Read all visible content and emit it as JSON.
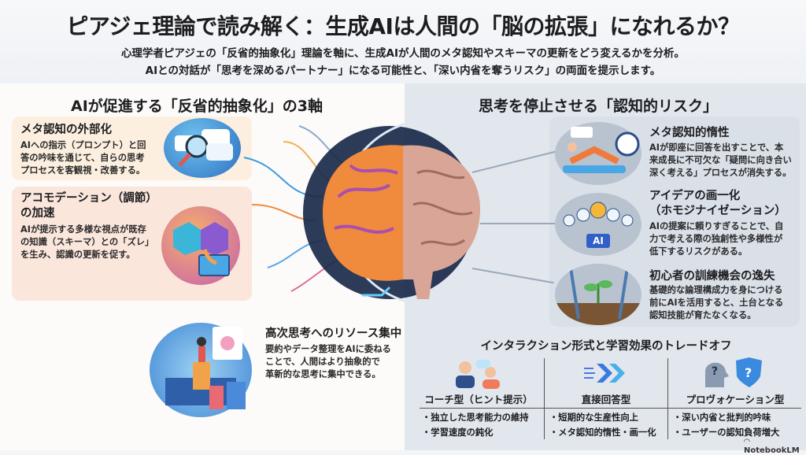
{
  "header": {
    "title": "ピアジェ理論で読み解く：生成AIは人間の「脳の拡張」になれるか？",
    "subtitle_1": "心理学者ピアジェの「反省的抽象化」理論を軸に、生成AIが人間のメタ認知やスキーマの更新をどう変えるかを分析。",
    "subtitle_2": "AIとの対話が「思考を深めるパートナー」になる可能性と、「深い内省を奪うリスク」の両面を提示します。"
  },
  "left": {
    "title": "AIが促進する「反省的抽象化」の3軸",
    "cards": [
      {
        "title": "メタ認知の外部化",
        "body": [
          "AIへの指示（プロンプト）と回",
          "答の吟味を通じて、自らの思考",
          "プロセスを客観視・改善する。"
        ]
      },
      {
        "title": "アコモデーション（調節）の加速",
        "title_lines": [
          "アコモデーション（調節）",
          "の加速"
        ],
        "body": [
          "AIが提示する多様な視点が既存",
          "の知識（スキーマ）との「ズレ」",
          "を生み、認識の更新を促す。"
        ]
      },
      {
        "title": "高次思考へのリソース集中",
        "body": [
          "要約やデータ整理をAIに委ねる",
          "ことで、人間はより抽象的で",
          "革新的な思考に集中できる。"
        ]
      }
    ]
  },
  "right": {
    "title": "思考を停止させる「認知的リスク」",
    "cards": [
      {
        "title": "メタ認知的惰性",
        "title_lines": [
          "メタ認知的惰性"
        ],
        "body": [
          "AIが即座に回答を出すことで、本",
          "来成長に不可欠な「疑問に向き合い",
          "深く考える」プロセスが消失する。"
        ]
      },
      {
        "title": "アイデアの画一化（ホモジナイゼーション）",
        "title_lines": [
          "アイデアの画一化",
          "（ホモジナイゼーション）"
        ],
        "body": [
          "AIの提案に頼りすぎることで、自",
          "力で考える際の独創性や多様性が",
          "低下するリスクがある。"
        ]
      },
      {
        "title": "初心者の訓練機会の逸失",
        "title_lines": [
          "初心者の訓練機会の逸失"
        ],
        "body": [
          "基礎的な論理構成力を身につける",
          "前にAIを活用すると、土台となる",
          "認知技能が育たなくなる。"
        ]
      }
    ],
    "ai_chip": "AI"
  },
  "tradeoff": {
    "title": "インタラクション形式と学習効果のトレードオフ",
    "columns": [
      {
        "name": "コーチ型（ヒント提示）",
        "points": [
          "・独立した思考能力の維持",
          "・学習速度の鈍化"
        ]
      },
      {
        "name": "直接回答型",
        "points": [
          "・短期的な生産性向上",
          "・メタ認知的惰性・画一化"
        ]
      },
      {
        "name": "プロヴォケーション型",
        "points": [
          "・深い内省と批判的吟味",
          "・ユーザーの認知負荷増大"
        ]
      }
    ]
  },
  "brand": "NotebookLM",
  "colors": {
    "accent_blue": "#3a9be0",
    "accent_orange": "#f08a3c",
    "left_card1": "#fcefdf",
    "left_card2": "#fbe6dc",
    "right_panel": "#e2e7ee"
  }
}
